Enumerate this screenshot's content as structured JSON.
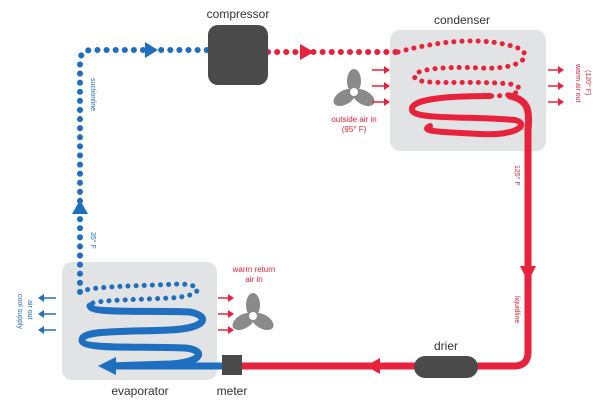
{
  "labels": {
    "compressor": "compressor",
    "condenser": "condenser",
    "drier": "drier",
    "evaporator": "evaporator",
    "meter": "meter",
    "suction_line": "suctionline",
    "liquid_line": "liquidline",
    "temp_suction": "35° F",
    "temp_liquid": "125° F",
    "outside_air_line1": "outside air in",
    "outside_air_line2": "(95° F)",
    "warm_air_out_line1": "warm air out",
    "warm_air_out_line2": "(120° F)",
    "warm_return_line1": "warm return",
    "warm_return_line2": "air in",
    "cool_supply_line1": "cool supply",
    "cool_supply_line2": "air out"
  },
  "colors": {
    "hot_refrigerant": "#e8223a",
    "cold_refrigerant": "#1f6fc0",
    "component_fill": "#4a4a4a",
    "coil_box": "#e2e3e4",
    "fan": "#8a8a8a",
    "label_text": "#333333"
  },
  "icons": [
    "fan-icon",
    "flow-arrow-icon",
    "air-arrow-icon"
  ]
}
